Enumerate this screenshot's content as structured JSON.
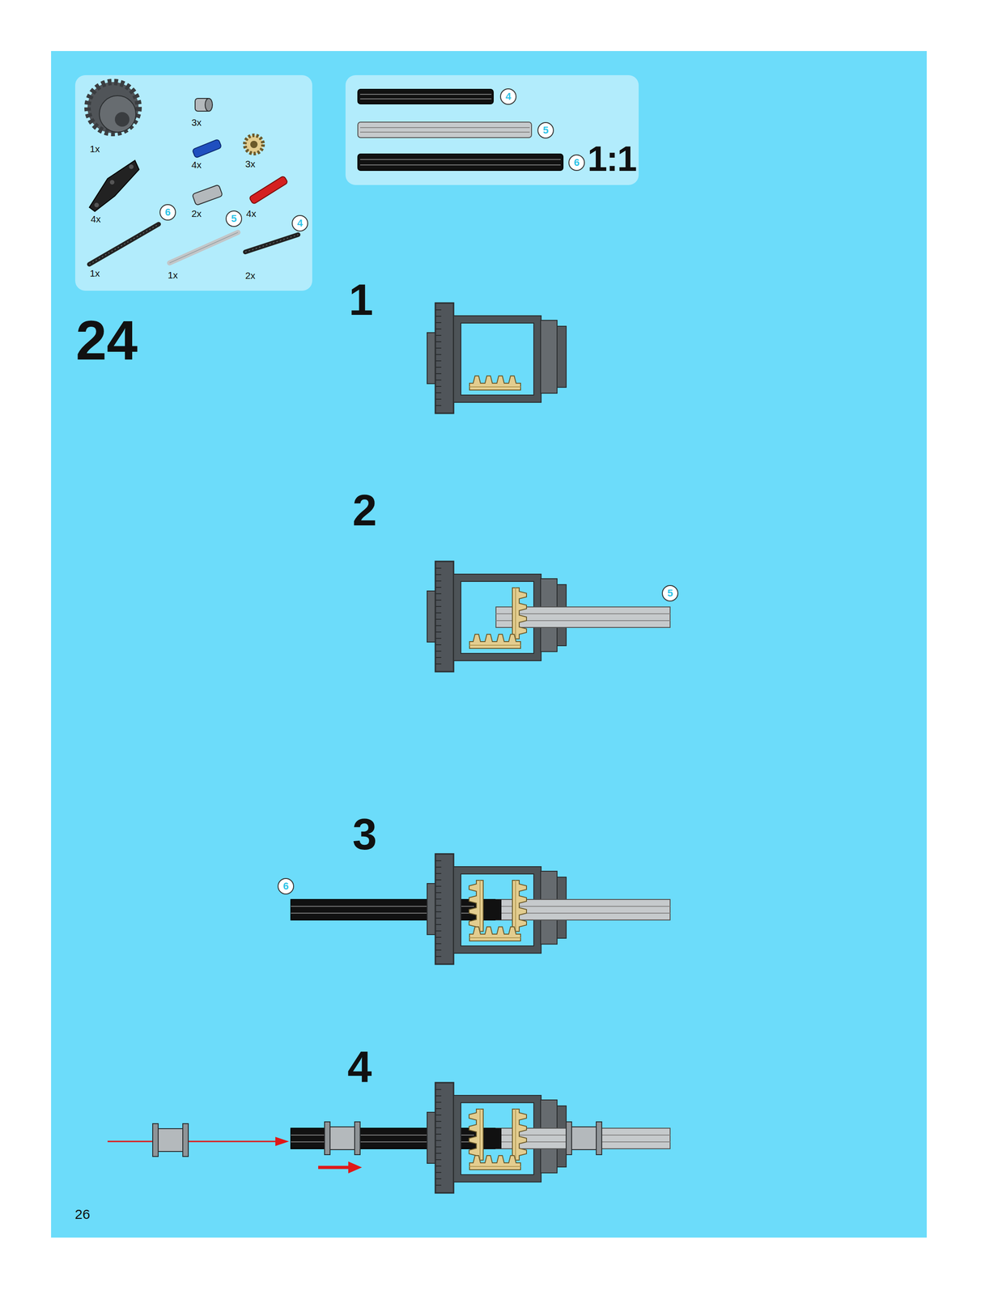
{
  "diagram": {
    "labels": [
      "1x",
      "3x",
      "4x",
      "3x",
      "4x",
      "2x",
      "4x",
      "6",
      "5",
      "4",
      "1x",
      "1x",
      "2x",
      "4",
      "5",
      "6",
      "1:1",
      "24",
      "1",
      "5",
      "2",
      "6",
      "3",
      "4",
      "26"
    ]
  }
}
